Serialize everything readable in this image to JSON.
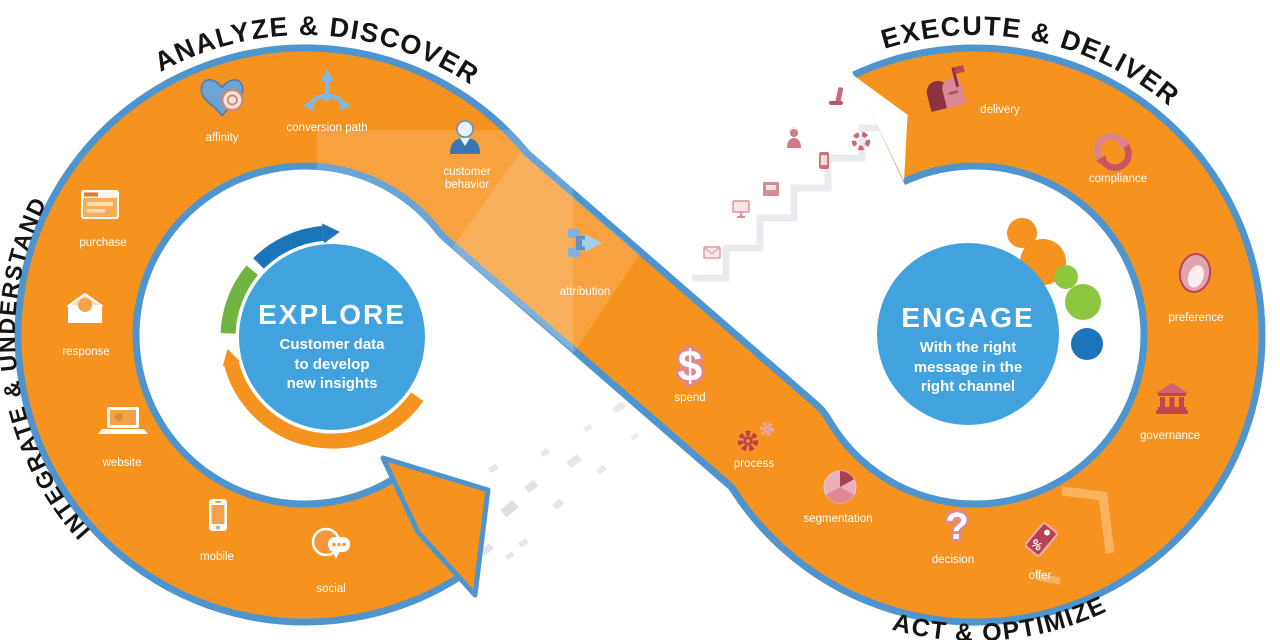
{
  "titles": {
    "analyze": "ANALYZE & DISCOVER",
    "execute": "EXECUTE & DELIVER",
    "integrate": "INTEGRATE & UNDERSTAND",
    "act": "ACT & OPTIMIZE"
  },
  "explore": {
    "title": "EXPLORE",
    "subtitle": "Customer data\nto develop\nnew insights"
  },
  "engage": {
    "title": "ENGAGE",
    "subtitle": "With the right\nmessage in the\nright channel"
  },
  "stages": {
    "analyze": [
      {
        "icon": "heart-affinity-icon",
        "label": "affinity"
      },
      {
        "icon": "conversion-path-icon",
        "label": "conversion path"
      },
      {
        "icon": "customer-behavior-icon",
        "label": "customer behavior"
      },
      {
        "icon": "attribution-icon",
        "label": "attribution"
      }
    ],
    "integrate": [
      {
        "icon": "purchase-icon",
        "label": "purchase"
      },
      {
        "icon": "response-icon",
        "label": "response"
      },
      {
        "icon": "website-icon",
        "label": "website"
      },
      {
        "icon": "mobile-icon",
        "label": "mobile"
      },
      {
        "icon": "social-icon",
        "label": "social"
      }
    ],
    "act": [
      {
        "icon": "spend-icon",
        "label": "spend"
      },
      {
        "icon": "process-icon",
        "label": "process"
      },
      {
        "icon": "segmentation-icon",
        "label": "segmentation"
      },
      {
        "icon": "decision-icon",
        "label": "decision"
      },
      {
        "icon": "offer-icon",
        "label": "offer"
      }
    ],
    "execute": [
      {
        "icon": "delivery-icon",
        "label": "delivery"
      },
      {
        "icon": "compliance-icon",
        "label": "compliance"
      },
      {
        "icon": "preference-icon",
        "label": "preference"
      },
      {
        "icon": "governance-icon",
        "label": "governance"
      }
    ]
  },
  "glyphs": {
    "spend": "$",
    "decision": "?",
    "offer_percent": "%"
  },
  "colors": {
    "band_orange": "#F6921E",
    "band_border": "#4E95CF",
    "hub_blue": "#41A2DD",
    "icon_blue": "#5B93C9",
    "icon_red": "#C14654",
    "icon_pink": "#E8A7B0",
    "accent_green": "#6FB53F",
    "accent_dark_blue": "#1B75BB",
    "title_text": "#141414",
    "label_text": "#FFFFFF"
  }
}
